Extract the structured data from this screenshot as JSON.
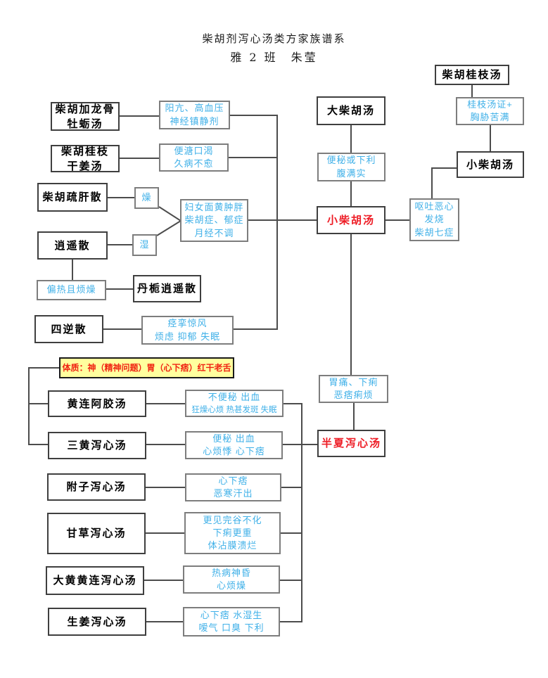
{
  "header": {
    "title": "柴胡剂泻心汤类方家族谱系",
    "subtitle": "雅 2 班　朱莹"
  },
  "colors": {
    "symptom_blue": "#3fb0e8",
    "highlight_red": "#ee1c25",
    "banner_yellow": "#ffff9e",
    "line_gray": "#4c4c4c"
  },
  "nodes": {
    "chaihu_longgu": {
      "l1": "柴胡加龙骨",
      "l2": "牡蛎汤"
    },
    "yangkang": {
      "l1": "阳亢、高血压",
      "l2": "神经镇静剂"
    },
    "chaihu_guizhi_ganjiang": {
      "l1": "柴胡桂枝",
      "l2": "干姜汤"
    },
    "biantang": {
      "l1": "便溏口渴",
      "l2": "久病不愈"
    },
    "chaihu_shugan": {
      "l1": "柴胡疏肝散"
    },
    "zao": {
      "l1": "燥"
    },
    "xiaoyao": {
      "l1": "逍遥散"
    },
    "shi": {
      "l1": "湿"
    },
    "funv": {
      "l1": "妇女面黄肿胖",
      "l2": "柴胡症、郁症",
      "l3": "月经不调"
    },
    "pianre": {
      "l1": "偏热且烦燥"
    },
    "danzhi": {
      "l1": "丹栀逍遥散"
    },
    "sini": {
      "l1": "四逆散"
    },
    "jingluan": {
      "l1": "痉挛惊风",
      "l2": "烦虑 抑郁 失眠"
    },
    "dachaihu": {
      "l1": "大柴胡汤"
    },
    "bianmi": {
      "l1": "便秘或下利",
      "l2": "腹满实"
    },
    "xiaochaihu_main": {
      "l1": "小柴胡汤"
    },
    "outu": {
      "l1": "呕吐恶心",
      "l2": "发烧",
      "l3": "柴胡七症"
    },
    "chaihu_guizhi_tang": {
      "l1": "柴胡桂枝汤"
    },
    "guizhi_zheng": {
      "l1": "桂枝汤证+",
      "l2": "胸胁苦满"
    },
    "xiaochaihu_right": {
      "l1": "小柴胡汤"
    },
    "weitong": {
      "l1": "胃痛、下痢",
      "l2": "恶痞痢烦"
    },
    "banxia": {
      "l1": "半夏泻心汤"
    },
    "tizhi": {
      "l1": "体质：神（精神问题）胃（心下痞）红干老舌"
    },
    "huanglian_ejiao": {
      "l1": "黄连阿胶汤"
    },
    "s_huanglian": {
      "l1": "不便秘 出血",
      "l2": "狂燥心烦 热甚发斑 失眠"
    },
    "sanhuang": {
      "l1": "三黄泻心汤"
    },
    "s_sanhuang": {
      "l1": "便秘 出血",
      "l2": "心烦悸 心下痞"
    },
    "fuzi": {
      "l1": "附子泻心汤"
    },
    "s_fuzi": {
      "l1": "心下痞",
      "l2": "恶寒汗出"
    },
    "gancao": {
      "l1": "甘草泻心汤"
    },
    "s_gancao": {
      "l1": "更见完谷不化",
      "l2": "下痢更重",
      "l3": "体沾膜溃烂"
    },
    "dahuang": {
      "l1": "大黄黄连泻心汤"
    },
    "s_dahuang": {
      "l1": "热病神昏",
      "l2": "心烦燥"
    },
    "shengjiang": {
      "l1": "生姜泻心汤"
    },
    "s_shengjiang": {
      "l1": "心下痞 水湿生",
      "l2": "嗳气 口臭 下利"
    }
  }
}
